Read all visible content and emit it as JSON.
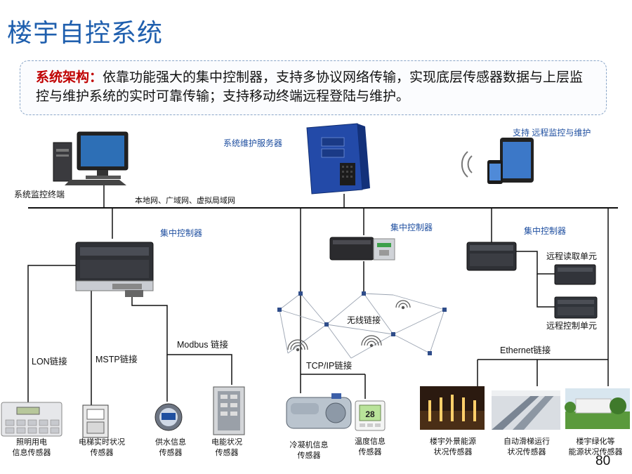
{
  "title": "楼宇自控系统",
  "banner": {
    "highlight": "系统架构：",
    "text": "依靠功能强大的集中控制器，支持多协议网络传输，实现底层传感器数据与上层监控与维护系统的实时可靠传输；支持移动终端远程登陆与维护。"
  },
  "labels": {
    "monitor_terminal": "系统监控终端",
    "network": "本地网、广域网、虚拟局域网",
    "maintenance_server": "系统维护服务器",
    "remote_support": "支持 远程监控与维护",
    "controller_1": "集中控制器",
    "controller_2": "集中控制器",
    "controller_3": "集中控制器",
    "remote_read": "远程读取单元",
    "remote_control": "远程控制单元",
    "wireless": "无线链接",
    "lon": "LON链接",
    "mstp": "MSTP链接",
    "modbus": "Modbus 链接",
    "tcpip": "TCP/IP链接",
    "ethernet": "Ethernet链接"
  },
  "sensors": [
    {
      "line1": "照明用电",
      "line2": "信息传感器"
    },
    {
      "line1": "电梯实时状况",
      "line2": "传感器"
    },
    {
      "line1": "供水信息",
      "line2": "传感器"
    },
    {
      "line1": "电能状况",
      "line2": "传感器"
    },
    {
      "line1": "冷凝机信息",
      "line2": "传感器"
    },
    {
      "line1": "温度信息",
      "line2": "传感器"
    },
    {
      "line1": "楼宇外景能源",
      "line2": "状况传感器"
    },
    {
      "line1": "自动滑梯运行",
      "line2": "状况传感器"
    },
    {
      "line1": "楼宇绿化等",
      "line2": "能源状况传感器"
    }
  ],
  "device_readouts": {
    "temperature_display": "28"
  },
  "page_number": "80",
  "colors": {
    "title": "#1f5fae",
    "highlight": "#c00000",
    "blue_label": "#1f4fa0"
  }
}
